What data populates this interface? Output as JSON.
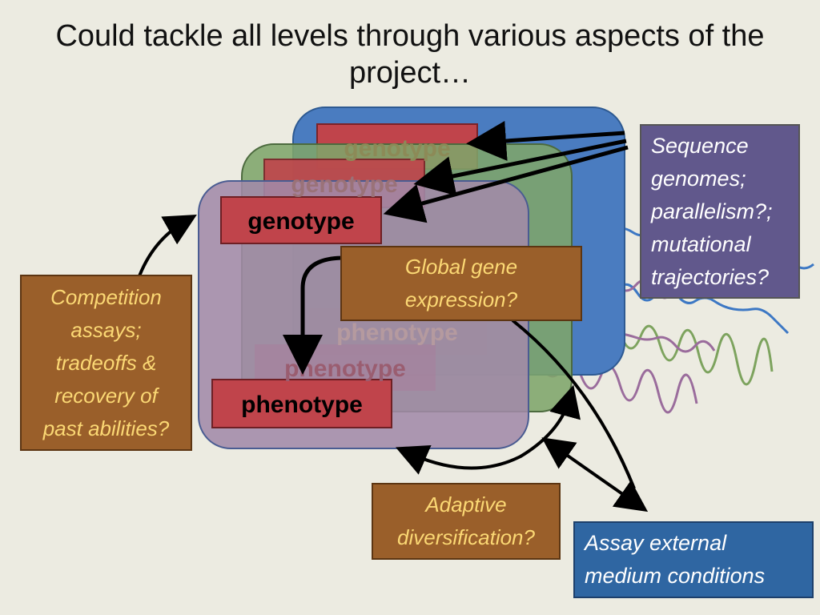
{
  "title": "Could tackle all levels through various aspects of the project…",
  "levels": {
    "back": {
      "genotype": "genotype",
      "phenotype": "phenotype"
    },
    "middle": {
      "genotype": "genotype",
      "phenotype": "phenotype"
    },
    "front": {
      "genotype": "genotype",
      "phenotype": "phenotype"
    }
  },
  "callouts": {
    "sequence": "Sequence\ngenomes;\nparallelism?;\nmutational\ntrajectories?",
    "competition": "Competition\nassays;\ntradeoffs &\nrecovery of\npast abilities?",
    "gene_expression": "Global gene\nexpression?",
    "adaptive": "Adaptive\ndiversification?",
    "assay_medium": "Assay external\nmedium conditions"
  },
  "colors": {
    "background": "#ecebe1",
    "blue_panel": "#4a7cc0",
    "green_panel": "#7ea56a",
    "purple_panel": "#a28aa8",
    "red_box": "#c0444b",
    "brown_callout": "#9a5f2a",
    "callout_text": "#fbd874",
    "sequence_callout": "#61588c",
    "assay_callout": "#2f66a2",
    "line_blue": "#3d78c4",
    "line_green": "#7da35e",
    "line_purple": "#9a6c9c"
  }
}
